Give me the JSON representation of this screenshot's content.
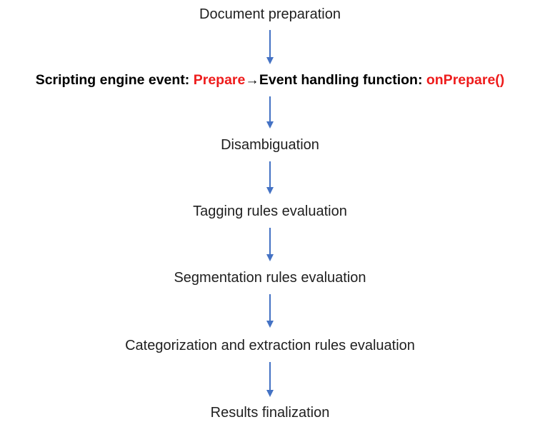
{
  "steps": {
    "document_preparation": "Document preparation",
    "disambiguation": "Disambiguation",
    "tagging": "Tagging rules evaluation",
    "segmentation": "Segmentation rules evaluation",
    "categorization": "Categorization and extraction rules evaluation",
    "finalization": "Results finalization"
  },
  "event": {
    "event_label": "Scripting engine event: ",
    "event_name": "Prepare",
    "arrow": "→",
    "handler_label": "Event handling function: ",
    "handler_name": "onPrepare()"
  },
  "colors": {
    "arrow": "#4472c4",
    "highlight": "#ee1c1c",
    "text": "#1f1f1f"
  }
}
